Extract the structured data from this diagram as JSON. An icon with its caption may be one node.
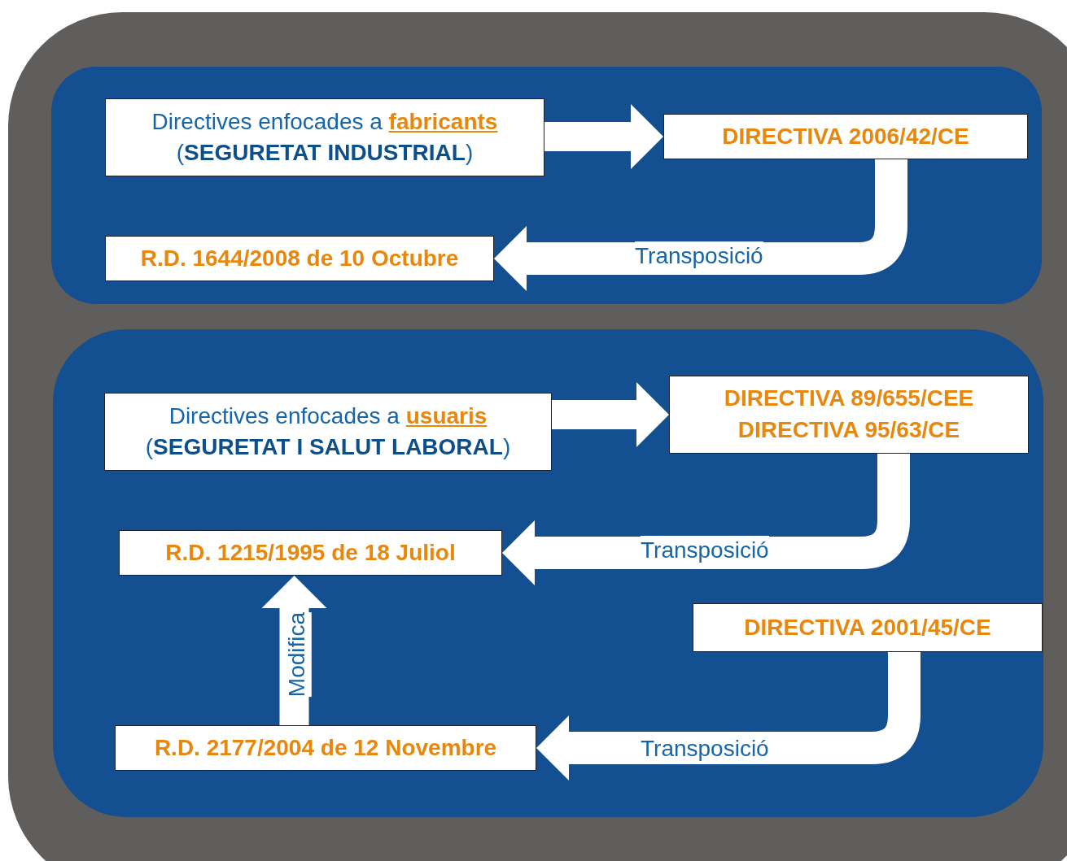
{
  "diagram": {
    "nodes": [
      {
        "text": [],
        "shape": "box"
      },
      {
        "text": [],
        "shape": "box",
        "in": 0
      },
      {
        "text": [
          "Directives enfocades a **fabricants** (**SEGURETAT INDUSTRIAL**)"
        ],
        "in": 1
      },
      {
        "text": [
          "DIRECTIVA 2006/42/CE"
        ],
        "in": 1
      },
      {
        "text": [
          "R.D. 1644/2008 de 10 Octubre"
        ],
        "in": 1
      },
      {
        "text": [],
        "shape": "box",
        "in": 0
      },
      {
        "text": [
          "Directives enfocades a **usuaris** (**SEGURETAT I SALUT LABORAL**)"
        ],
        "in": 5
      },
      {
        "text": [
          "DIRECTIVA 89/655/CEE",
          "DIRECTIVA 95/63/CE"
        ],
        "in": 5
      },
      {
        "text": [
          "R.D. 1215/1995 de 18 Juliol"
        ],
        "in": 5
      },
      {
        "text": [
          "DIRECTIVA 2001/45/CE"
        ],
        "in": 5
      },
      {
        "text": [
          "R.D. 2177/2004 de 12 Novembre"
        ],
        "in": 5
      }
    ],
    "edges": [
      {
        "from": 2,
        "to": 3,
        "arrow": "to"
      },
      {
        "from": 3,
        "to": 4,
        "arrow": "to",
        "label": "Transposició"
      },
      {
        "from": 6,
        "to": 7,
        "arrow": "to"
      },
      {
        "from": 7,
        "to": 8,
        "arrow": "to",
        "label": "Transposició"
      },
      {
        "from": 10,
        "to": 8,
        "arrow": "to",
        "label": "Modifica"
      },
      {
        "from": 9,
        "to": 10,
        "arrow": "to",
        "label": "Transposició"
      }
    ]
  }
}
